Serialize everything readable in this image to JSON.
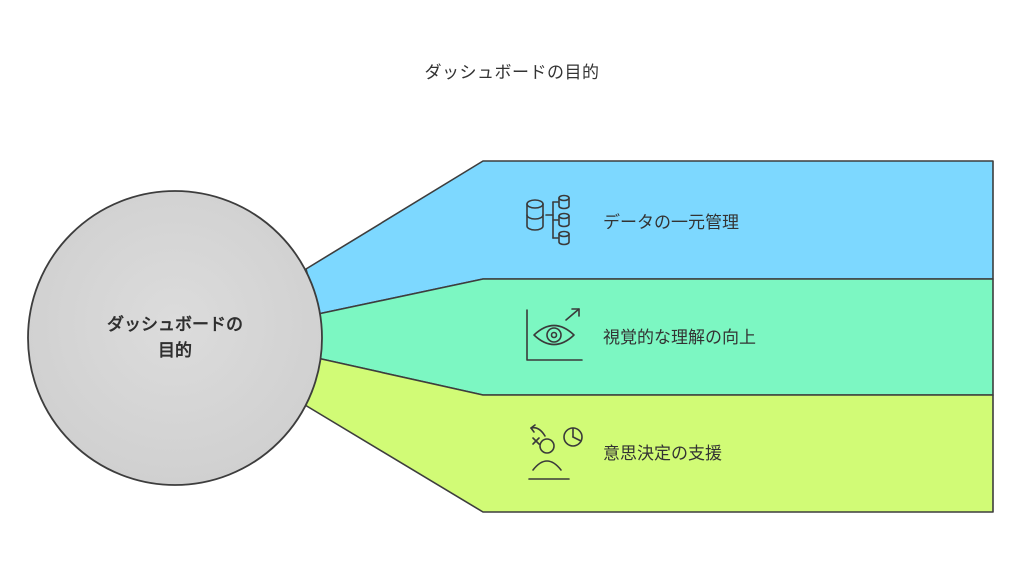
{
  "title": "ダッシュボードの目的",
  "center": {
    "line1": "ダッシュボードの",
    "line2": "目的"
  },
  "items": [
    {
      "label": "データの一元管理",
      "icon": "database-icon",
      "color": "#7dd8ff"
    },
    {
      "label": "視覚的な理解の向上",
      "icon": "eye-chart-icon",
      "color": "#7cf7c2"
    },
    {
      "label": "意思決定の支援",
      "icon": "decision-icon",
      "color": "#d1fb76"
    }
  ],
  "colors": {
    "circle_fill": "#d4d4d4",
    "outline": "#3d3d3d"
  }
}
